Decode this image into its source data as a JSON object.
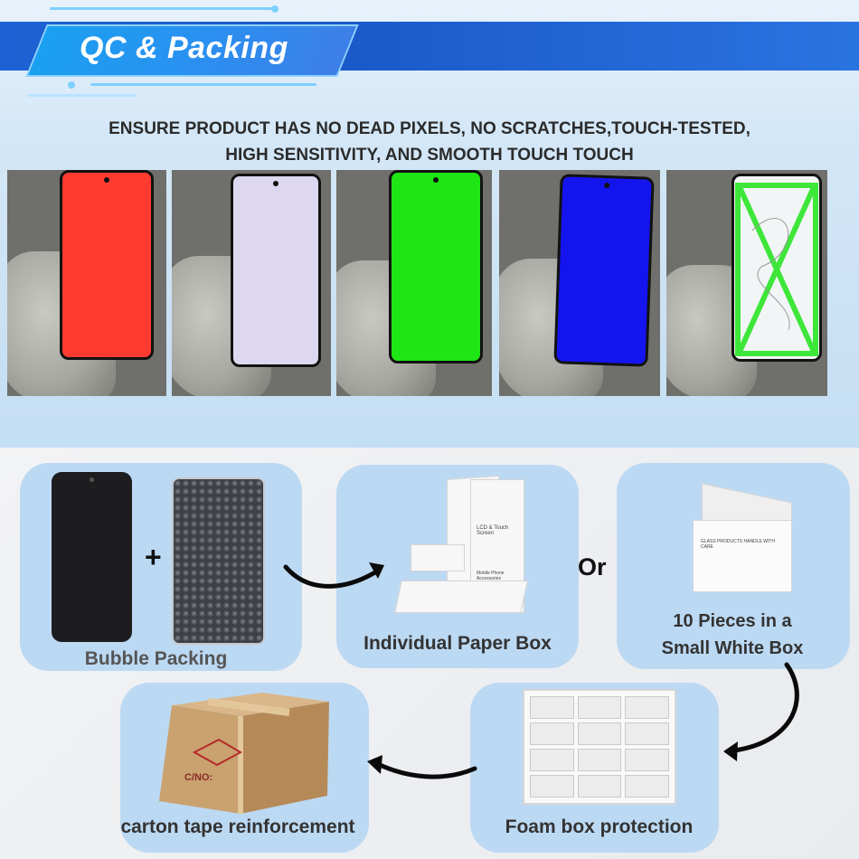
{
  "header": {
    "title": "QC & Packing",
    "headline_line1": "ENSURE PRODUCT HAS NO DEAD PIXELS, NO SCRATCHES,TOUCH-TESTED,",
    "headline_line2": "HIGH SENSITIVITY, AND SMOOTH TOUCH TOUCH"
  },
  "test_screens": [
    {
      "name": "red-screen-test",
      "color": "#ff3b30"
    },
    {
      "name": "white-screen-test",
      "color": "#ddd8f0"
    },
    {
      "name": "green-screen-test",
      "color": "#1ee614"
    },
    {
      "name": "blue-screen-test",
      "color": "#1414ee"
    },
    {
      "name": "touch-test-screen",
      "color": "#f2f5f6"
    }
  ],
  "packing": {
    "bubble_label": "Bubble Packing",
    "plus_symbol": "+",
    "paper_box_label": "Individual Paper Box",
    "or_text": "Or",
    "white_box_line1": "10 Pieces in a",
    "white_box_line2": "Small White Box",
    "foam_label": "Foam box protection",
    "carton_label": "carton tape reinforcement",
    "carton_mark": "C/NO:",
    "box_text": "LCD & Touch Screen",
    "box_subtext": "Mobile Phone Accessories",
    "white_box_print": "GLASS PRODUCTS HANDLE WITH CARE"
  },
  "colors": {
    "accent_blue": "#1d62d4",
    "card_blue": "#bcd9f3",
    "arrow": "#0a0a0a"
  }
}
